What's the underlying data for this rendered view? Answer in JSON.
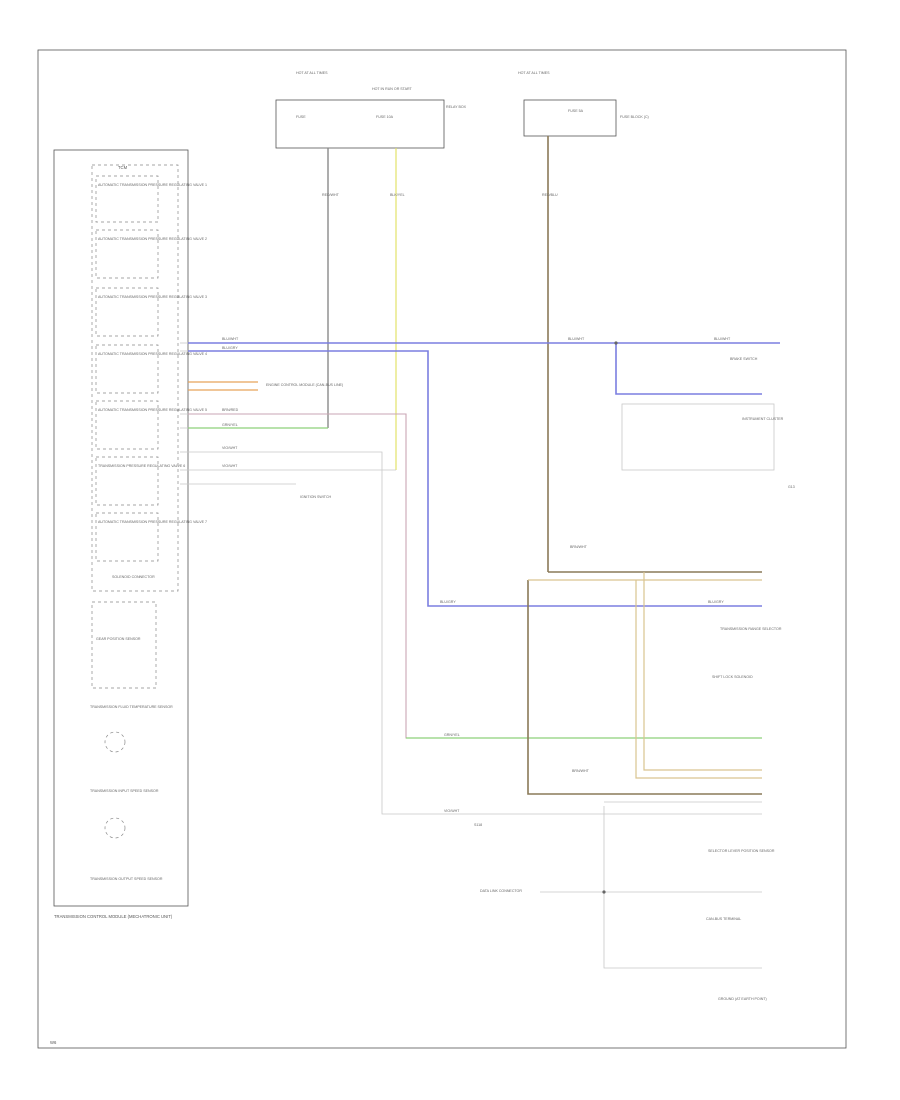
{
  "frame": {
    "corner_code": "W6"
  },
  "tcm": {
    "title": "TCM",
    "solenoids": [
      "AUTOMATIC TRANSMISSION PRESSURE REGULATING VALVE 1",
      "AUTOMATIC TRANSMISSION PRESSURE REGULATING VALVE 2",
      "AUTOMATIC TRANSMISSION PRESSURE REGULATING VALVE 3",
      "AUTOMATIC TRANSMISSION PRESSURE REGULATING VALVE 4",
      "AUTOMATIC TRANSMISSION PRESSURE REGULATING VALVE 5",
      "TRANSMISSION PRESSURE REGULATING VALVE 6",
      "AUTOMATIC TRANSMISSION PRESSURE REGULATING VALVE 7"
    ],
    "connector_label": "SOLENOID CONNECTOR",
    "sensors": [
      "GEAR POSITION SENSOR",
      "TRANSMISSION FLUID TEMPERATURE SENSOR",
      "TRANSMISSION INPUT SPEED SENSOR",
      "TRANSMISSION OUTPUT SPEED SENSOR"
    ],
    "bottom_label": "TRANSMISSION CONTROL MODULE (MECHATRONIC UNIT)"
  },
  "fuse_boxes": {
    "left_title": "HOT AT ALL TIMES",
    "left_fuse": "FUSE",
    "mid_title": "HOT IN RUN OR START",
    "mid_fuse": "FUSE 10A",
    "right_box_label": "RELAY BOX",
    "right_title": "HOT AT ALL TIMES",
    "right_fuse": "FUSE 5A",
    "right_box_label2": "FUSE BLOCK (C)"
  },
  "wires": {
    "pwr1": "RED/WHT",
    "pwr2": "BLK/YEL",
    "pwr3": "RED/BLU",
    "can_h": "BLU/WHT",
    "can_l": "BLU/GRY",
    "brown_wire": "BRN/RED",
    "green_wire": "GRN/YEL",
    "ground": "BRN/WHT",
    "violet": "VIO/WHT",
    "splice": "S118"
  },
  "modules": {
    "ecm_label": "ENGINE CONTROL MODULE (CAN-BUS LINE)",
    "ignition_label": "IGNITION SWITCH",
    "brake_label": "BRAKE SWITCH",
    "ground_point": "G13",
    "diag_label": "DATA LINK CONNECTOR",
    "gear_selector_label": "TRANSMISSION RANGE SELECTOR",
    "shift_lock_label": "SHIFT LOCK SOLENOID",
    "selector_lever_label": "SELECTOR LEVER POSITION SENSOR",
    "instrument_label": "INSTRUMENT CLUSTER",
    "ground_bottom": "GROUND (AT EARTH POINT)",
    "can_conn": "CAN-BUS TERMINAL"
  }
}
